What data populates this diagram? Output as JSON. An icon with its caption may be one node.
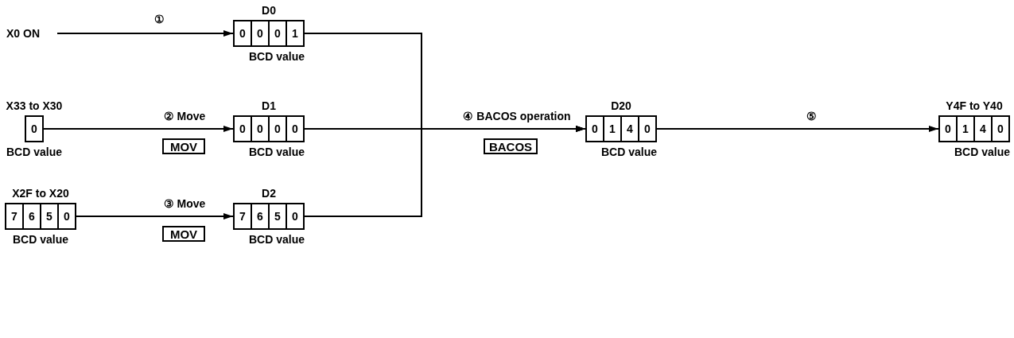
{
  "diagram": {
    "nodes": [
      {
        "text": [
          "X0 ON"
        ]
      },
      {
        "text": [
          "D0",
          "0",
          "0",
          "0",
          "1"
        ],
        "beside": [
          "BCD value"
        ]
      },
      {
        "text": [
          "X33 to X30",
          "0"
        ],
        "beside": [
          "BCD value"
        ]
      },
      {
        "text": [
          "D1",
          "0",
          "0",
          "0",
          "0"
        ],
        "beside": [
          "BCD value"
        ]
      },
      {
        "text": [
          "X2F to X20",
          "7",
          "6",
          "5",
          "0"
        ],
        "beside": [
          "BCD value"
        ]
      },
      {
        "text": [
          "D2",
          "7",
          "6",
          "5",
          "0"
        ],
        "beside": [
          "BCD value"
        ]
      },
      {
        "text": [
          "D20",
          "0",
          "1",
          "4",
          "0"
        ],
        "beside": [
          "BCD value"
        ]
      },
      {
        "text": [
          "Y4F to Y40",
          "0",
          "1",
          "4",
          "0"
        ],
        "beside": [
          "BCD value"
        ]
      },
      {
        "text": [
          "MOV"
        ]
      },
      {
        "text": [
          "BACOS"
        ]
      },
      {
        "text": [
          "MOV"
        ]
      }
    ],
    "edges": [
      {
        "from": 0,
        "to": 1,
        "arrow": "to",
        "label": "①"
      },
      {
        "from": 2,
        "to": 3,
        "arrow": "to",
        "label": "② Move"
      },
      {
        "from": 4,
        "to": 5,
        "arrow": "to",
        "label": "③ Move"
      },
      {
        "from": 1,
        "to": 6,
        "arrow": "to"
      },
      {
        "from": 3,
        "to": 6,
        "arrow": "to",
        "label": "④ BACOS operation"
      },
      {
        "from": 5,
        "to": 6,
        "arrow": "to"
      },
      {
        "from": 6,
        "to": 7,
        "arrow": "to",
        "label": "⑤"
      }
    ]
  }
}
